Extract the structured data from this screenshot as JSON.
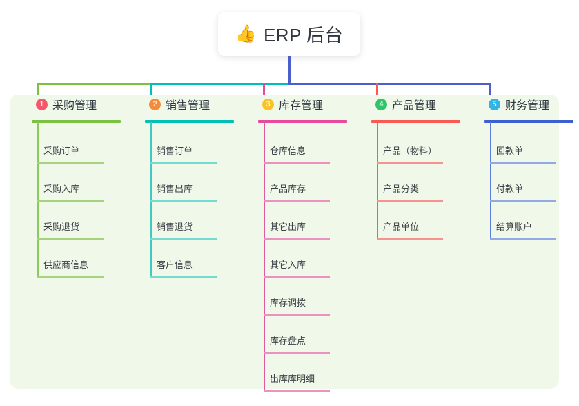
{
  "title": {
    "emoji": "👍",
    "emoji_name": "thumbs-up-emoji",
    "text": "ERP 后台"
  },
  "theme": {
    "panel_background": "#eff8e9",
    "page_background": "#ffffff",
    "trunk_color": "#4a5fcb",
    "text_color": "#2f3640",
    "item_text_color": "#3c3f45"
  },
  "columns": [
    {
      "number": "1",
      "title": "采购管理",
      "badge_color": "#f4596b",
      "bar_color": "#7cc142",
      "spine_color": "#8dc95b",
      "rule_color": "#a7d37e",
      "drop_color": "#7cc142",
      "items": [
        "采购订单",
        "采购入库",
        "采购退货",
        "供应商信息"
      ]
    },
    {
      "number": "2",
      "title": "销售管理",
      "badge_color": "#f58c3c",
      "bar_color": "#00bfb5",
      "spine_color": "#3fc9c0",
      "rule_color": "#76d9d2",
      "drop_color": "#00bfb5",
      "items": [
        "销售订单",
        "销售出库",
        "销售退货",
        "客户信息"
      ]
    },
    {
      "number": "3",
      "title": "库存管理",
      "badge_color": "#f9c328",
      "bar_color": "#e8499c",
      "spine_color": "#e05a9e",
      "rule_color": "#eb92c0",
      "drop_color": "#e8499c",
      "items": [
        "仓库信息",
        "产品库存",
        "其它出库",
        "其它入库",
        "库存调拨",
        "库存盘点",
        "出库库明细"
      ]
    },
    {
      "number": "4",
      "title": "产品管理",
      "badge_color": "#2fc66a",
      "bar_color": "#fb5a52",
      "spine_color": "#f4615c",
      "rule_color": "#f7938e",
      "drop_color": "#fb5a52",
      "items": [
        "产品（物料）",
        "产品分类",
        "产品单位"
      ]
    },
    {
      "number": "5",
      "title": "财务管理",
      "badge_color": "#33b4e8",
      "bar_color": "#3d5fd1",
      "spine_color": "#5f7ddb",
      "rule_color": "#93a9e6",
      "drop_color": "#4a5fcb",
      "items": [
        "回款单",
        "付款单",
        "结算账户"
      ]
    }
  ],
  "bus_segments": [
    {
      "name": "bus-segment-green",
      "color": "#7cc142"
    },
    {
      "name": "bus-segment-teal",
      "color": "#00bfb5"
    },
    {
      "name": "bus-segment-blue",
      "color": "#4a5fcb"
    }
  ]
}
